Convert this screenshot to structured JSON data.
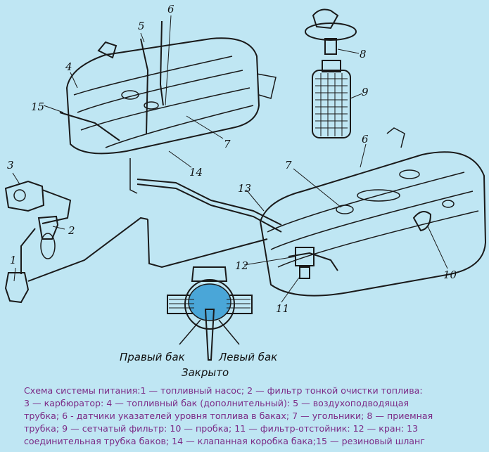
{
  "callouts": {
    "n1": "1",
    "n2": "2",
    "n3": "3",
    "n4": "4",
    "n5": "5",
    "n6a": "6",
    "n6b": "6",
    "n7a": "7",
    "n7b": "7",
    "n8": "8",
    "n9": "9",
    "n10": "10",
    "n11": "11",
    "n12": "12",
    "n13": "13",
    "n14": "14",
    "n15": "15"
  },
  "valve_labels": {
    "right_tank": "Правый бак",
    "left_tank": "Левый бак",
    "closed": "Закрыто"
  },
  "caption": {
    "lines": [
      "Схема системы питания:1 — топливный насос; 2 — фильтр тонкой очистки топлива:",
      "3 — карбюратор: 4 — топливный бак (дополнительный): 5 — воздухоподводящая",
      "трубка; 6 - датчики указателей уровня топлива в баках; 7 — угольники; 8 — приемная",
      "трубка; 9 — сетчатый фильтр: 10 — пробка; 11 — фильтр-отстойник: 12 — кран: 13",
      "соединительная трубка баков; 14 — клапанная коробка бака;15 — резиновый шланг"
    ]
  },
  "colors": {
    "background": "#bfe6f3",
    "caption_text": "#7b2a86",
    "ink": "#1a1a1a"
  }
}
